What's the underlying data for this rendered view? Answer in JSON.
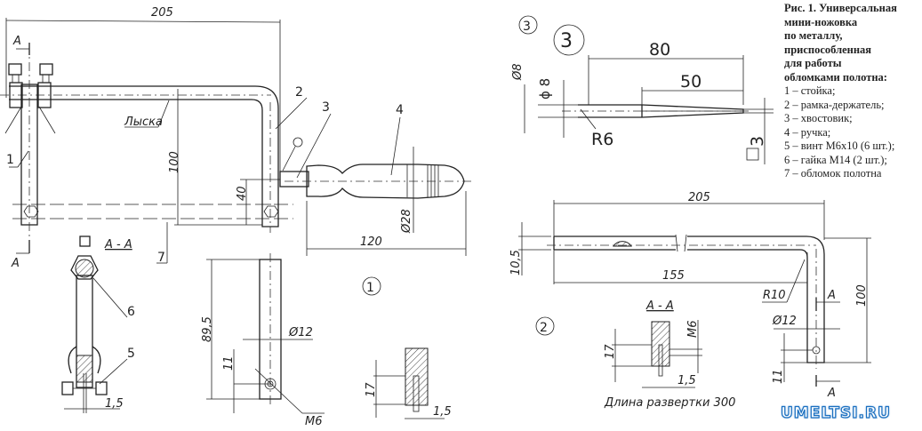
{
  "caption": {
    "title_lines": [
      "Рис. 1. Универсальная",
      "мини-ножовка",
      "по металлу,",
      "приспособленная",
      "для работы",
      "обломками полотна:"
    ],
    "items": [
      "1 – стойка;",
      "2 – рамка-держатель;",
      "3 – хвостовик;",
      "4 – ручка;",
      "5 – винт М6х10 (6 шт.);",
      "6 – гайка М14 (2 шт.);",
      "7 – обломок полотна"
    ]
  },
  "watermark": "UMELTSI.RU",
  "figure1": {
    "number": "1",
    "dims": {
      "length": "205",
      "height": "100",
      "offset": "40",
      "handle_len": "120",
      "handle_dia": "Ø28",
      "stand_len": "89,5",
      "stand_dia": "Ø12",
      "hole_pos": "11",
      "thread": "M6",
      "slot": "17",
      "gap": "1,5",
      "gap2": "1,5"
    },
    "labels": {
      "flat": "Лыска",
      "section": "A - A",
      "sec_a": "A",
      "parts": [
        "1",
        "2",
        "3",
        "4",
        "5",
        "6",
        "7"
      ]
    }
  },
  "figure2": {
    "number": "2",
    "dims": {
      "length": "205",
      "inner": "155",
      "thickness": "10,5",
      "radius": "R10",
      "height": "100",
      "dia": "Ø12",
      "hole_pos": "11",
      "slot": "17",
      "thread": "M6",
      "gap": "1,5"
    },
    "labels": {
      "section": "A - A",
      "sec_a": "A",
      "note": "Длина развертки 300"
    }
  },
  "figure3": {
    "number": "3",
    "dims": {
      "total": "80",
      "taper": "50",
      "dia_small": "Ø8",
      "dia_big": "ϕ 8",
      "radius": "R6",
      "square": "3"
    }
  }
}
